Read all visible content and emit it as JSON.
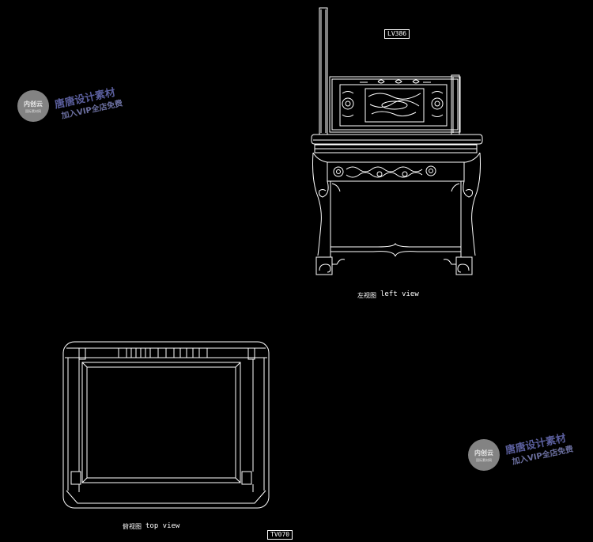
{
  "views": {
    "left": {
      "tag": "LV386",
      "caption_cn": "左视图",
      "caption_en": "left view"
    },
    "top": {
      "tag": "TV070",
      "caption_cn": "俯视图",
      "caption_en": "top view"
    }
  },
  "watermark": {
    "logo": "内创云",
    "logo_sub": "国际素材网",
    "line1": "唐唐设计素材",
    "line2": "加入VIP全店免费"
  },
  "colors": {
    "background": "#000000",
    "lines": "#ffffff",
    "watermark": "#5a5e9c"
  }
}
